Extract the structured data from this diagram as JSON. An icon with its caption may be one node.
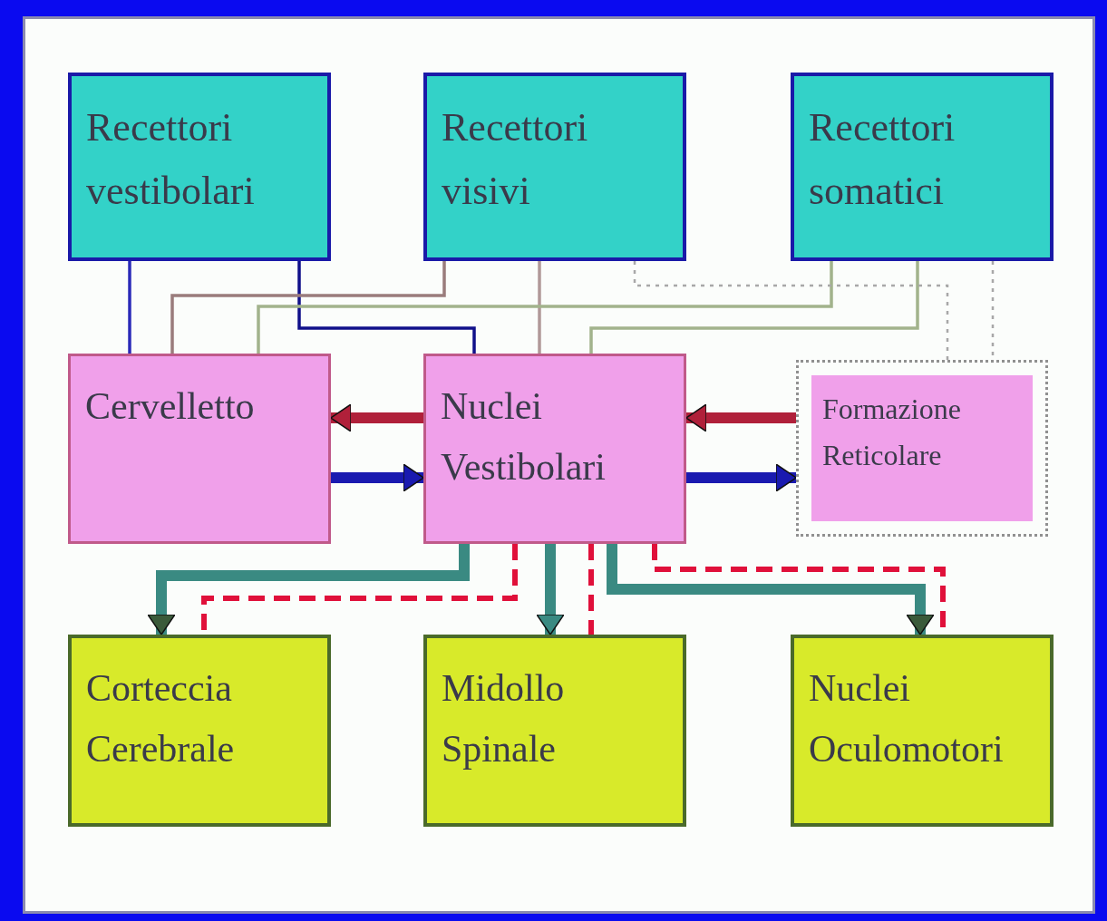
{
  "diagram": {
    "nodes": [
      {
        "text": [
          "Recettori vestibolari"
        ]
      },
      {
        "text": [
          "Recettori visivi"
        ]
      },
      {
        "text": [
          "Recettori somatici"
        ]
      },
      {
        "text": [
          "Cervelletto"
        ]
      },
      {
        "text": [
          "Nuclei Vestibolari"
        ]
      },
      {
        "text": [
          "Formazione Reticolare"
        ]
      },
      {
        "text": [
          "Corteccia Cerebrale"
        ]
      },
      {
        "text": [
          "Midollo Spinale"
        ]
      },
      {
        "text": [
          "Nuclei Oculomotori"
        ]
      }
    ],
    "edges": [
      {
        "from": 0,
        "to": 3,
        "arrow": "none",
        "color": "#2a2ab8"
      },
      {
        "from": 0,
        "to": 4,
        "arrow": "none",
        "color": "#10108a"
      },
      {
        "from": 1,
        "to": 3,
        "arrow": "none",
        "color": "#9a7c7c"
      },
      {
        "from": 1,
        "to": 4,
        "arrow": "none",
        "color": "#b09898"
      },
      {
        "from": 2,
        "to": 3,
        "arrow": "none",
        "color": "#a2b38c"
      },
      {
        "from": 2,
        "to": 4,
        "arrow": "none",
        "color": "#a2b38c"
      },
      {
        "from": 1,
        "to": 5,
        "arrow": "none",
        "style": "dashed",
        "color": "#a8a8a8"
      },
      {
        "from": 2,
        "to": 5,
        "arrow": "none",
        "style": "dashed",
        "color": "#a8a8a8"
      },
      {
        "from": 4,
        "to": 3,
        "arrow": "to",
        "style": "thick",
        "color": "#b0203a"
      },
      {
        "from": 3,
        "to": 4,
        "arrow": "to",
        "style": "thick",
        "color": "#1a1ab0"
      },
      {
        "from": 5,
        "to": 4,
        "arrow": "to",
        "style": "thick",
        "color": "#b0203a"
      },
      {
        "from": 4,
        "to": 5,
        "arrow": "to",
        "style": "thick",
        "color": "#1a1ab0"
      },
      {
        "from": 4,
        "to": 6,
        "arrow": "to",
        "style": "thick",
        "color": "#3a8a82"
      },
      {
        "from": 4,
        "to": 7,
        "arrow": "to",
        "style": "thick",
        "color": "#3a8a82"
      },
      {
        "from": 4,
        "to": 8,
        "arrow": "to",
        "style": "thick",
        "color": "#3a8a82"
      },
      {
        "from": 4,
        "to": 6,
        "arrow": "none",
        "style": "dashed",
        "color": "#e0103a"
      },
      {
        "from": 4,
        "to": 7,
        "arrow": "none",
        "style": "dashed",
        "color": "#e0103a"
      },
      {
        "from": 4,
        "to": 8,
        "arrow": "none",
        "style": "dashed",
        "color": "#e0103a"
      }
    ]
  }
}
